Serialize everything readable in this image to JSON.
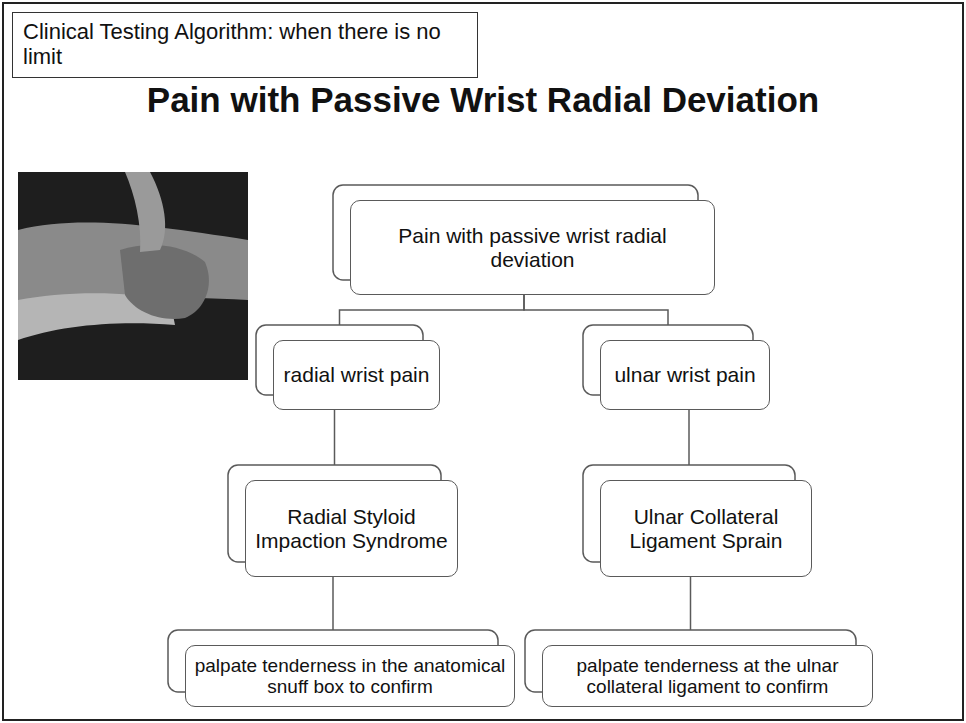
{
  "diagram": {
    "title": "Pain with Passive Wrist Radial Deviation",
    "nodes": [
      {
        "text": [
          "Clinical Testing Algorithm: when there is no limit"
        ]
      },
      {
        "text": [
          "Pain with passive wrist radial deviation"
        ]
      },
      {
        "text": [
          "radial wrist pain"
        ]
      },
      {
        "text": [
          "ulnar wrist pain"
        ]
      },
      {
        "text": [
          "Radial Styloid Impaction Syndrome"
        ]
      },
      {
        "text": [
          "Ulnar Collateral Ligament Sprain"
        ]
      },
      {
        "text": [
          "palpate tenderness in the anatomical snuff box to confirm"
        ]
      },
      {
        "text": [
          "palpate tenderness at the ulnar collateral ligament to confirm"
        ]
      }
    ],
    "edges": [
      {
        "from": 1,
        "to": 2,
        "arrow": "none"
      },
      {
        "from": 1,
        "to": 3,
        "arrow": "none"
      },
      {
        "from": 2,
        "to": 4,
        "arrow": "none"
      },
      {
        "from": 3,
        "to": 5,
        "arrow": "none"
      },
      {
        "from": 4,
        "to": 6,
        "arrow": "none"
      },
      {
        "from": 5,
        "to": 7,
        "arrow": "none"
      }
    ]
  }
}
